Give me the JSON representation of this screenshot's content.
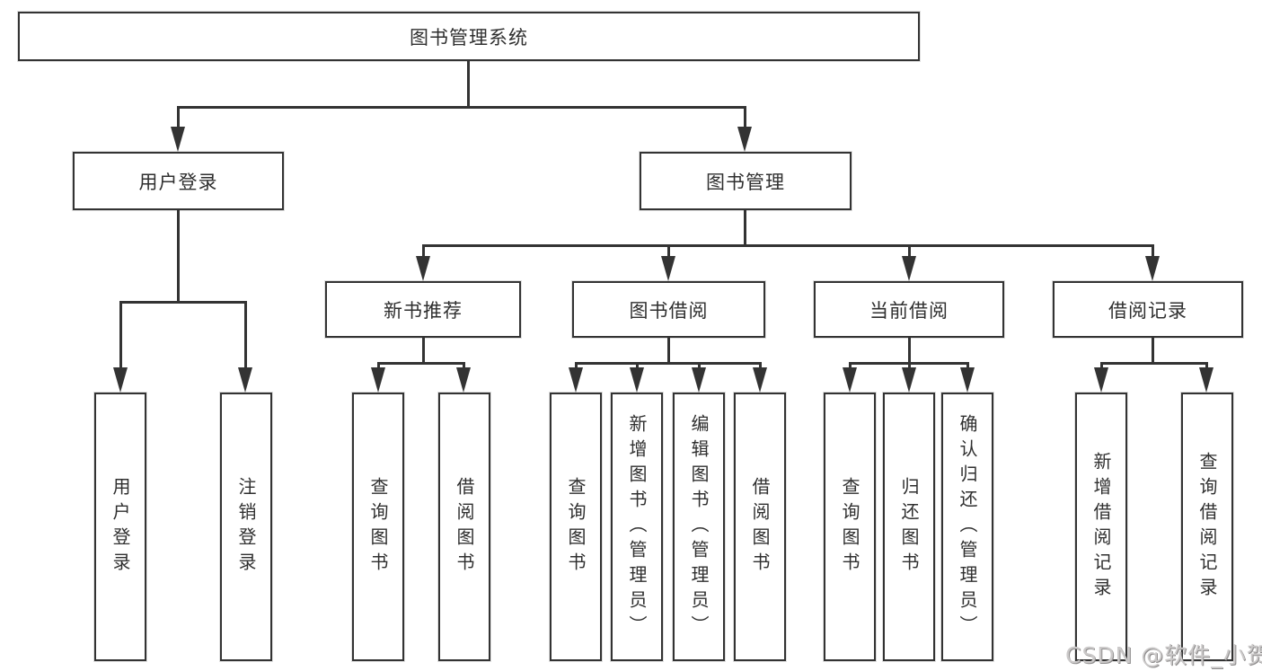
{
  "nodes": {
    "root": {
      "label": "图书管理系统"
    },
    "level2": [
      {
        "label": "用户登录"
      },
      {
        "label": "图书管理"
      }
    ],
    "level3": [
      {
        "label": "新书推荐"
      },
      {
        "label": "图书借阅"
      },
      {
        "label": "当前借阅"
      },
      {
        "label": "借阅记录"
      }
    ],
    "leaves": [
      {
        "label": "用户登录"
      },
      {
        "label": "注销登录"
      },
      {
        "label": "查询图书"
      },
      {
        "label": "借阅图书"
      },
      {
        "label": "查询图书"
      },
      {
        "label": "新增图书（管理员）"
      },
      {
        "label": "编辑图书（管理员）"
      },
      {
        "label": "借阅图书"
      },
      {
        "label": "查询图书"
      },
      {
        "label": "归还图书"
      },
      {
        "label": "确认归还（管理员）"
      },
      {
        "label": "新增借阅记录"
      },
      {
        "label": "查询借阅记录"
      }
    ]
  },
  "watermark": {
    "text": "CSDN @软件_小贺同学"
  },
  "colors": {
    "line": "#333333",
    "border": "#333333",
    "text": "#2f2f2f",
    "watermark": "#cbc9c9",
    "background": "#ffffff"
  }
}
